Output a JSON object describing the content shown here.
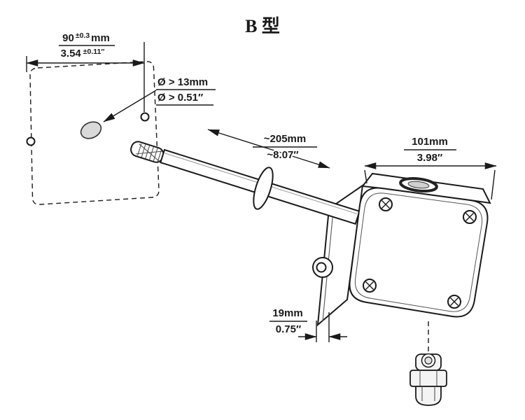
{
  "title": {
    "text": "B 型",
    "color": "#3aa845"
  },
  "annotations": {
    "hole_spacing": {
      "mm_value": "90",
      "mm_tol": "±0.3",
      "mm_unit": "mm",
      "inch_value": "3.54",
      "inch_tol": "±0.11″"
    },
    "hole_diameter": {
      "mm": "Ø > 13mm",
      "inch": "Ø > 0.51″"
    },
    "probe_length": {
      "mm": "~205mm",
      "inch": "~8.07″"
    },
    "housing_width": {
      "mm": "101mm",
      "inch": "3.98″"
    },
    "housing_depth": {
      "mm": "19mm",
      "inch": "0.75″"
    }
  }
}
